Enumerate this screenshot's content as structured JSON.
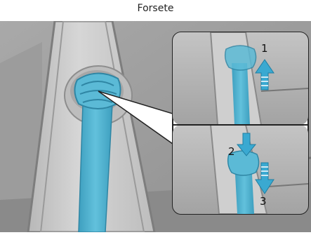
{
  "title": "Forsete",
  "illustration": {
    "alt_subject": "seat-belt-height-adjuster",
    "steps": [
      {
        "number": "1",
        "direction": "up"
      },
      {
        "number": "2",
        "direction": "down"
      },
      {
        "number": "3",
        "direction": "down"
      }
    ]
  },
  "colors": {
    "belt": "#5bbad6",
    "belt_dark": "#3a98b8",
    "arrow": "#3aa9d1",
    "pillar": "#c9c9c9",
    "background": "#a6a6a6"
  }
}
